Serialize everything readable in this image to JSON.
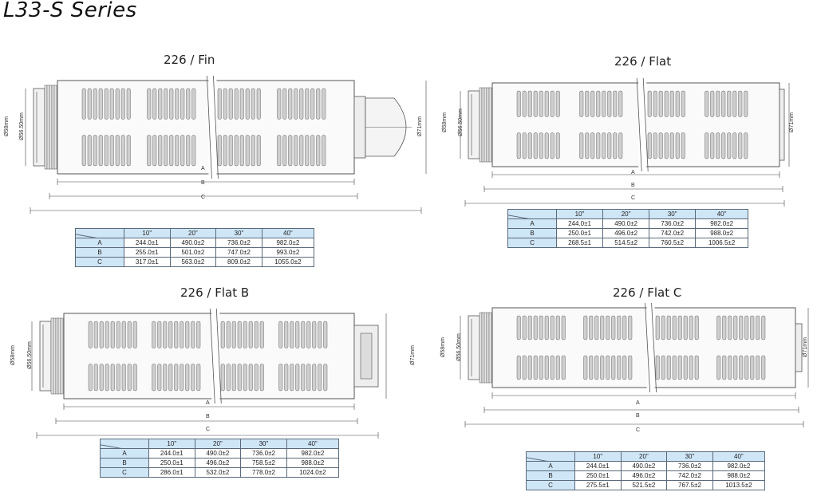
{
  "title": "L33-S Series",
  "panels": [
    {
      "title": "226 / Fin",
      "dims": {
        "d1": "Ø58mm",
        "d2": "Ø56.50mm",
        "d3": "Ø71mm",
        "a": "A",
        "b": "B",
        "c": "C"
      },
      "table": {
        "columns": [
          "10\"",
          "20\"",
          "30\"",
          "40\""
        ],
        "rows": [
          {
            "label": "A",
            "values": [
              "244.0±1",
              "490.0±2",
              "736.0±2",
              "982.0±2"
            ]
          },
          {
            "label": "B",
            "values": [
              "255.0±1",
              "501.0±2",
              "747.0±2",
              "993.0±2"
            ]
          },
          {
            "label": "C",
            "values": [
              "317.0±1",
              "563.0±2",
              "809.0±2",
              "1055.0±2"
            ]
          }
        ]
      }
    },
    {
      "title": "226 / Flat",
      "dims": {
        "d1": "Ø58mm",
        "d2": "Ø56.50mm",
        "d3": "Ø71mm",
        "a": "A",
        "b": "B",
        "c": "C"
      },
      "table": {
        "columns": [
          "10\"",
          "20\"",
          "30\"",
          "40\""
        ],
        "rows": [
          {
            "label": "A",
            "values": [
              "244.0±1",
              "490.0±2",
              "736.0±2",
              "982.0±2"
            ]
          },
          {
            "label": "B",
            "values": [
              "250.0±1",
              "496.0±2",
              "742.0±2",
              "988.0±2"
            ]
          },
          {
            "label": "C",
            "values": [
              "268.5±1",
              "514.5±2",
              "760.5±2",
              "1006.5±2"
            ]
          }
        ]
      }
    },
    {
      "title": "226 / Flat B",
      "dims": {
        "d1": "Ø58mm",
        "d2": "Ø56.50mm",
        "d3": "Ø71mm",
        "a": "A",
        "b": "B",
        "c": "C"
      },
      "table": {
        "columns": [
          "10\"",
          "20\"",
          "30\"",
          "40\""
        ],
        "rows": [
          {
            "label": "A",
            "values": [
              "244.0±1",
              "490.0±2",
              "736.0±2",
              "982.0±2"
            ]
          },
          {
            "label": "B",
            "values": [
              "250.0±1",
              "496.0±2",
              "758.5±2",
              "988.0±2"
            ]
          },
          {
            "label": "C",
            "values": [
              "286.0±1",
              "532.0±2",
              "778.0±2",
              "1024.0±2"
            ]
          }
        ]
      }
    },
    {
      "title": "226 / Flat C",
      "dims": {
        "d1": "Ø58mm",
        "d2": "Ø56.50mm",
        "d3": "Ø71mm",
        "a": "A",
        "b": "B",
        "c": "C"
      },
      "table": {
        "columns": [
          "10\"",
          "20\"",
          "30\"",
          "40\""
        ],
        "rows": [
          {
            "label": "A",
            "values": [
              "244.0±1",
              "490.0±2",
              "736.0±2",
              "982.0±2"
            ]
          },
          {
            "label": "B",
            "values": [
              "250.0±1",
              "496.0±2",
              "742.0±2",
              "988.0±2"
            ]
          },
          {
            "label": "C",
            "values": [
              "275.5±1",
              "521.5±2",
              "767.5±2",
              "1013.5±2"
            ]
          }
        ]
      }
    }
  ]
}
